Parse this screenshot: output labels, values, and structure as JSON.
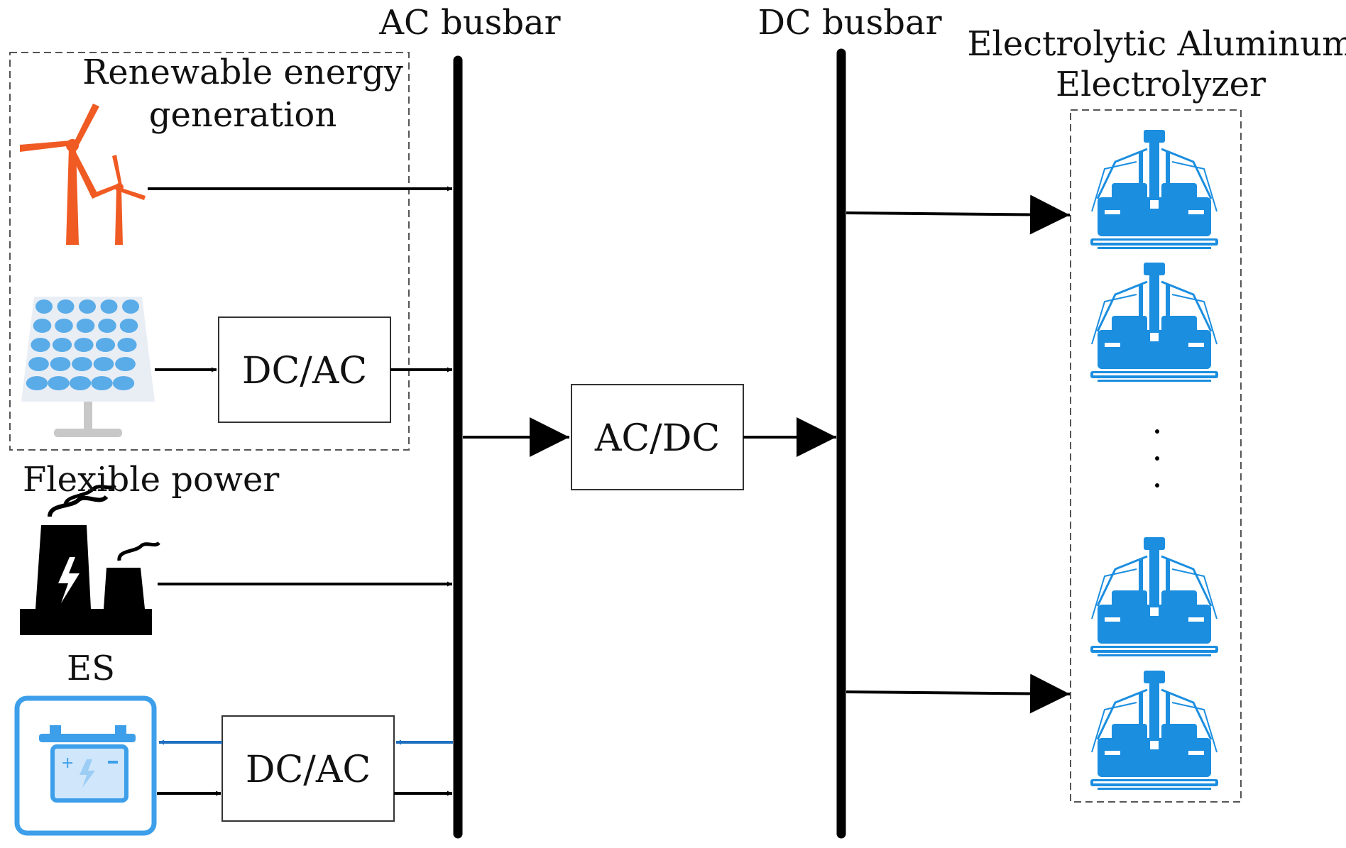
{
  "labels": {
    "ac_busbar": "AC busbar",
    "dc_busbar": "DC busbar",
    "renewable": [
      "Renewable energy",
      "generation"
    ],
    "flexible_power": "Flexible power",
    "es": "ES",
    "electrolyzer": [
      "Electrolytic Aluminum",
      "Electrolyzer"
    ]
  },
  "converters": {
    "pv_inverter": "DC/AC",
    "es_inverter": "DC/AC",
    "rectifier": "AC/DC"
  },
  "colors": {
    "wind": "#f05a23",
    "solar_cell": "#5aace8",
    "solar_stand": "#c8c8c8",
    "electrolyzer": "#1b8ee0",
    "battery": "#3d9fea",
    "reverse_flow": "#1f6fc0",
    "line": "#000000"
  },
  "icons": {
    "wind": "wind-turbine-icon",
    "solar": "solar-panel-icon",
    "plant": "power-plant-icon",
    "battery": "battery-icon",
    "electrolyzer": "electrolyzer-cell-icon"
  }
}
